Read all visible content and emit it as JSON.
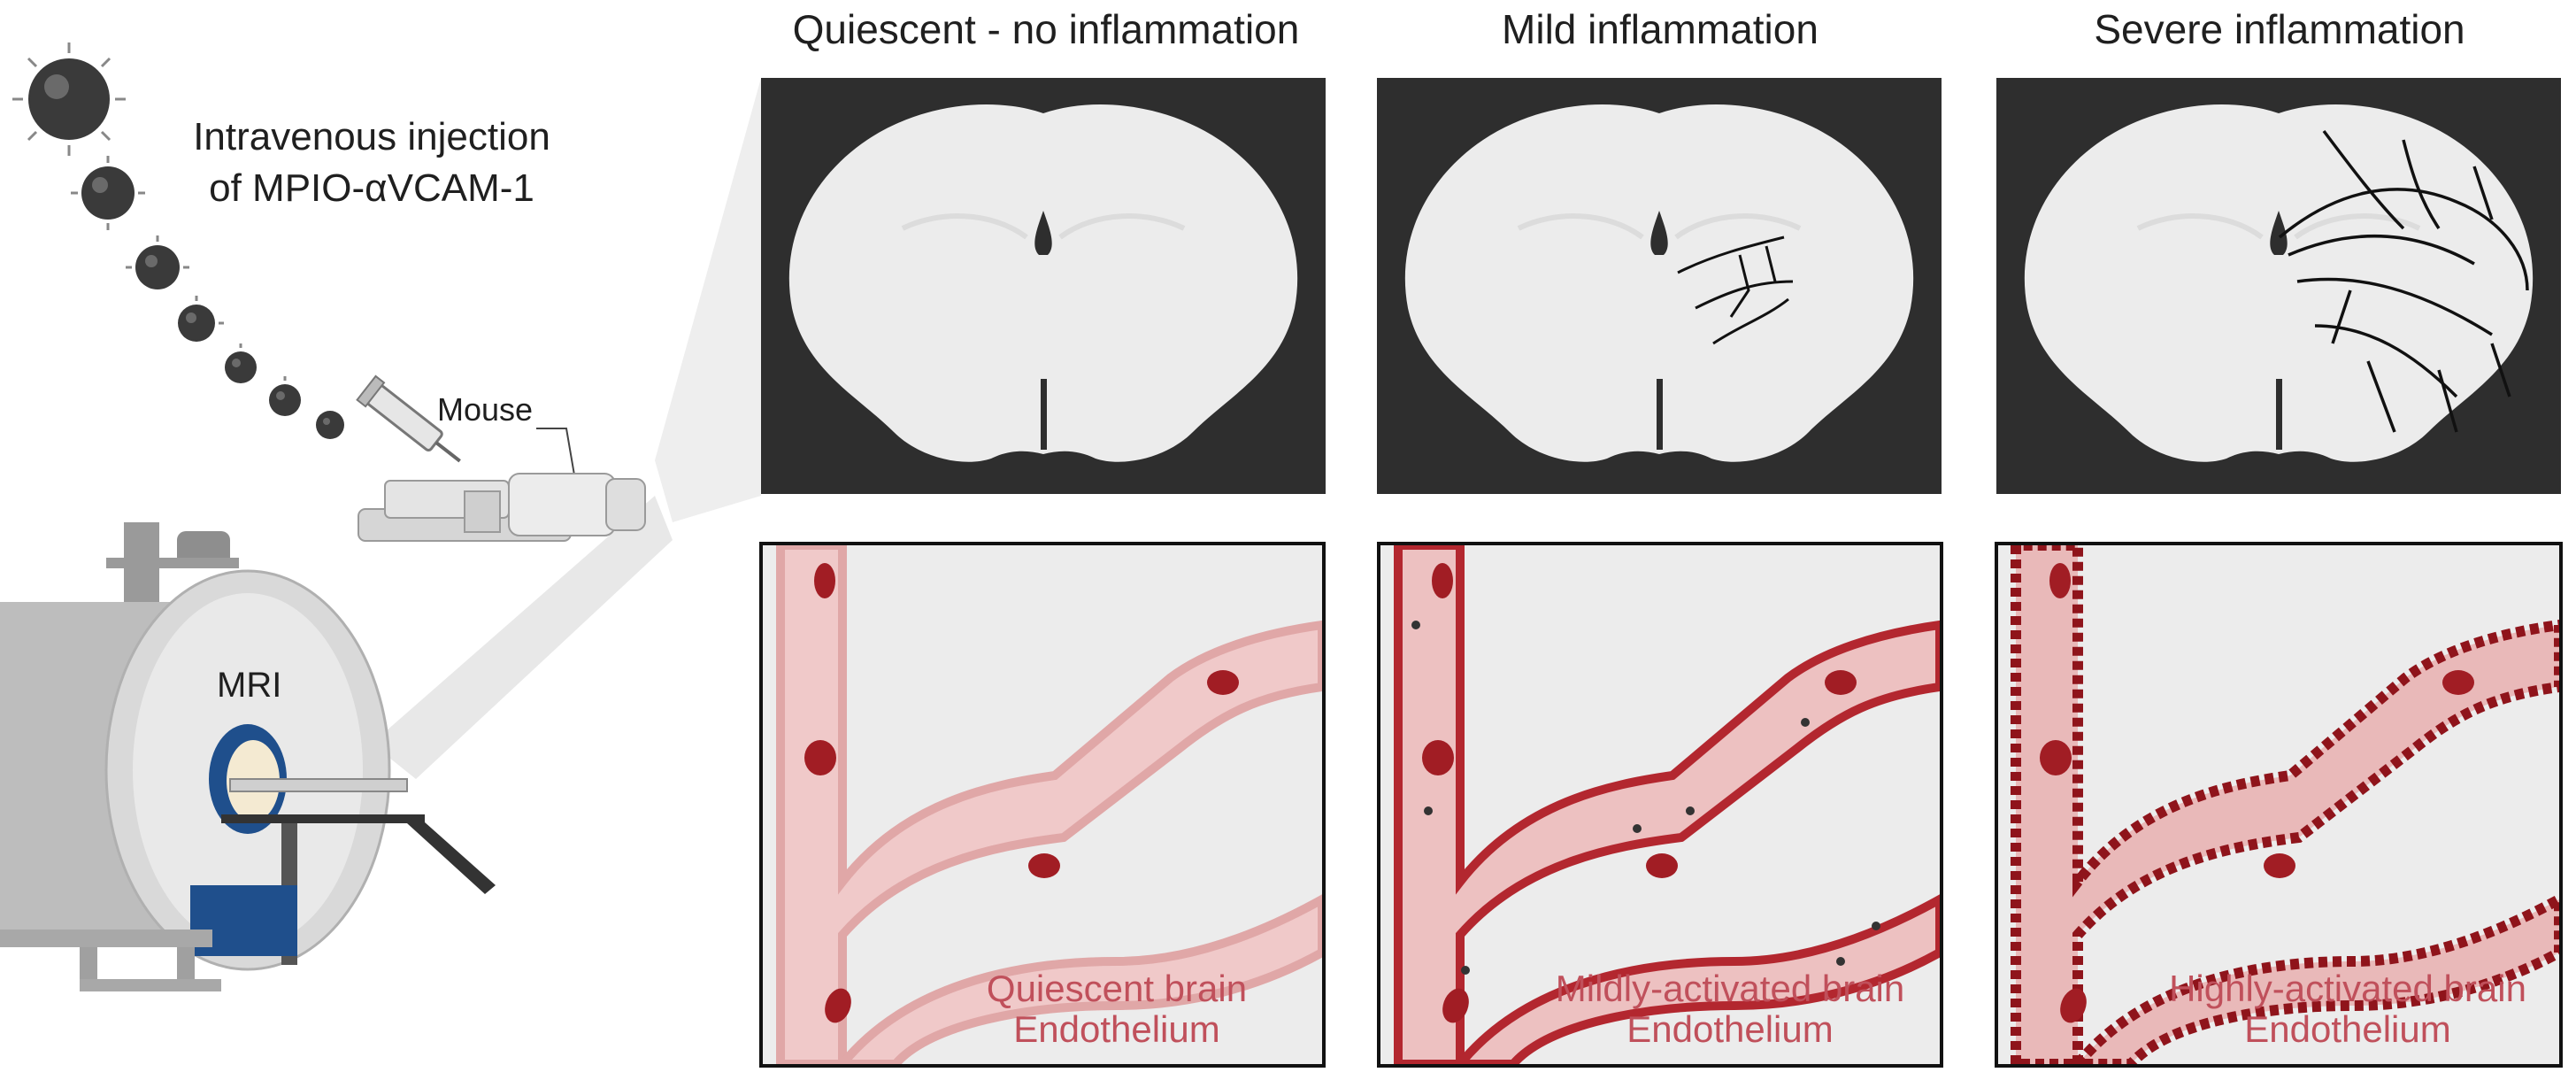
{
  "intro": {
    "line1": "Intravenous injection",
    "line2": "of MPIO-αVCAM-1"
  },
  "labels": {
    "mouse": "Mouse",
    "mri": "MRI"
  },
  "columns": [
    {
      "title": "Quiescent - no inflammation",
      "vessel_line1": "Quiescent brain",
      "vessel_line2": "Endothelium"
    },
    {
      "title": "Mild inflammation",
      "vessel_line1": "Mildly-activated brain",
      "vessel_line2": "Endothelium"
    },
    {
      "title": "Severe inflammation",
      "vessel_line1": "Highly-activated brain",
      "vessel_line2": "Endothelium"
    }
  ],
  "colors": {
    "panel_dark": "#2e2e2e",
    "brain_fill": "#ececec",
    "vessel_pink": "#e9b9b9",
    "vessel_red": "#a11d24",
    "label_red": "#c0505b",
    "mri_blue": "#1f4f8c"
  }
}
